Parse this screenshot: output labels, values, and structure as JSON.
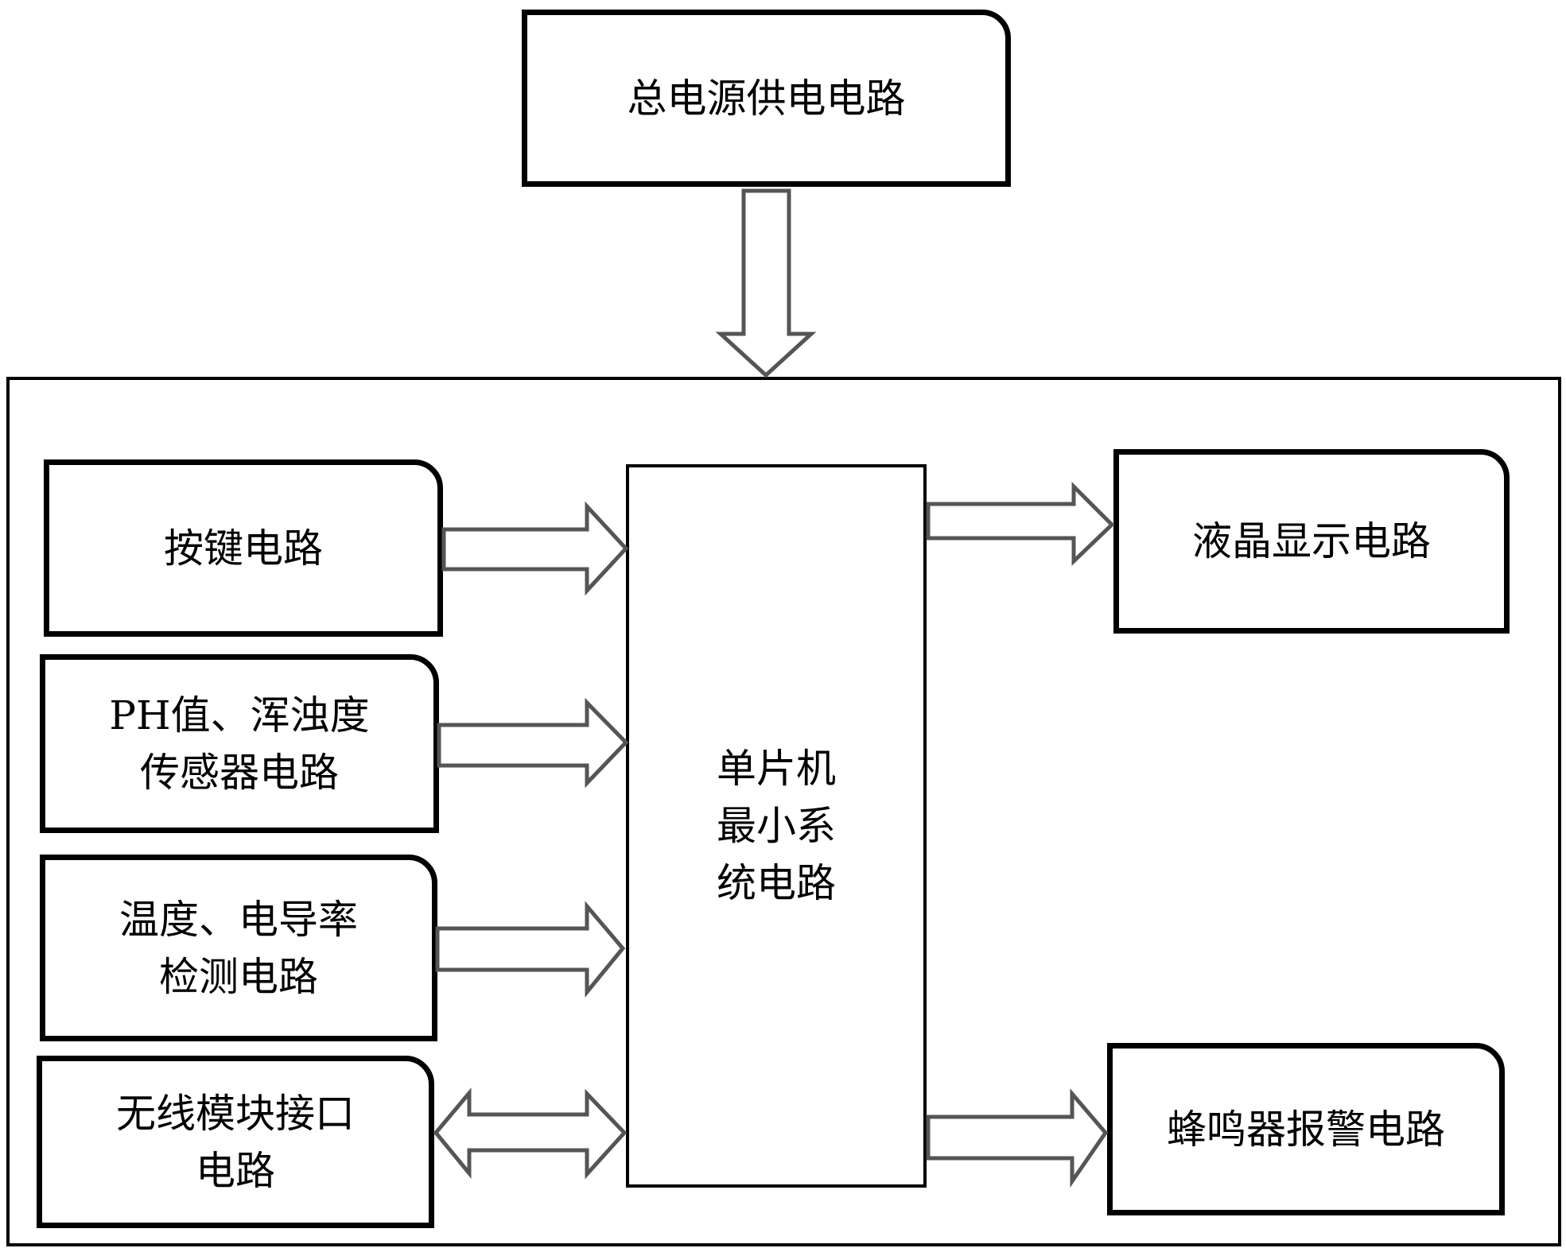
{
  "diagram": {
    "power_supply": {
      "lines": [
        "总电源供电电路"
      ]
    },
    "inputs": [
      {
        "id": "keypad",
        "lines": [
          "按键电路"
        ],
        "direction": "to-mcu"
      },
      {
        "id": "ph-turbidity",
        "lines": [
          "PH值、浑浊度",
          "传感器电路"
        ],
        "direction": "to-mcu"
      },
      {
        "id": "temp-conductivity",
        "lines": [
          "温度、电导率",
          "检测电路"
        ],
        "direction": "to-mcu"
      },
      {
        "id": "wireless",
        "lines": [
          "无线模块接口",
          "电路"
        ],
        "direction": "bidirectional"
      }
    ],
    "mcu": {
      "lines": [
        "单片机",
        "最小系",
        "统电路"
      ]
    },
    "outputs": [
      {
        "id": "lcd",
        "lines": [
          "液晶显示电路"
        ],
        "direction": "from-mcu"
      },
      {
        "id": "buzzer",
        "lines": [
          "蜂鸣器报警电路"
        ],
        "direction": "from-mcu"
      }
    ],
    "colors": {
      "stroke": "#000000",
      "arrow_stroke": "#555555",
      "background": "#ffffff"
    }
  }
}
